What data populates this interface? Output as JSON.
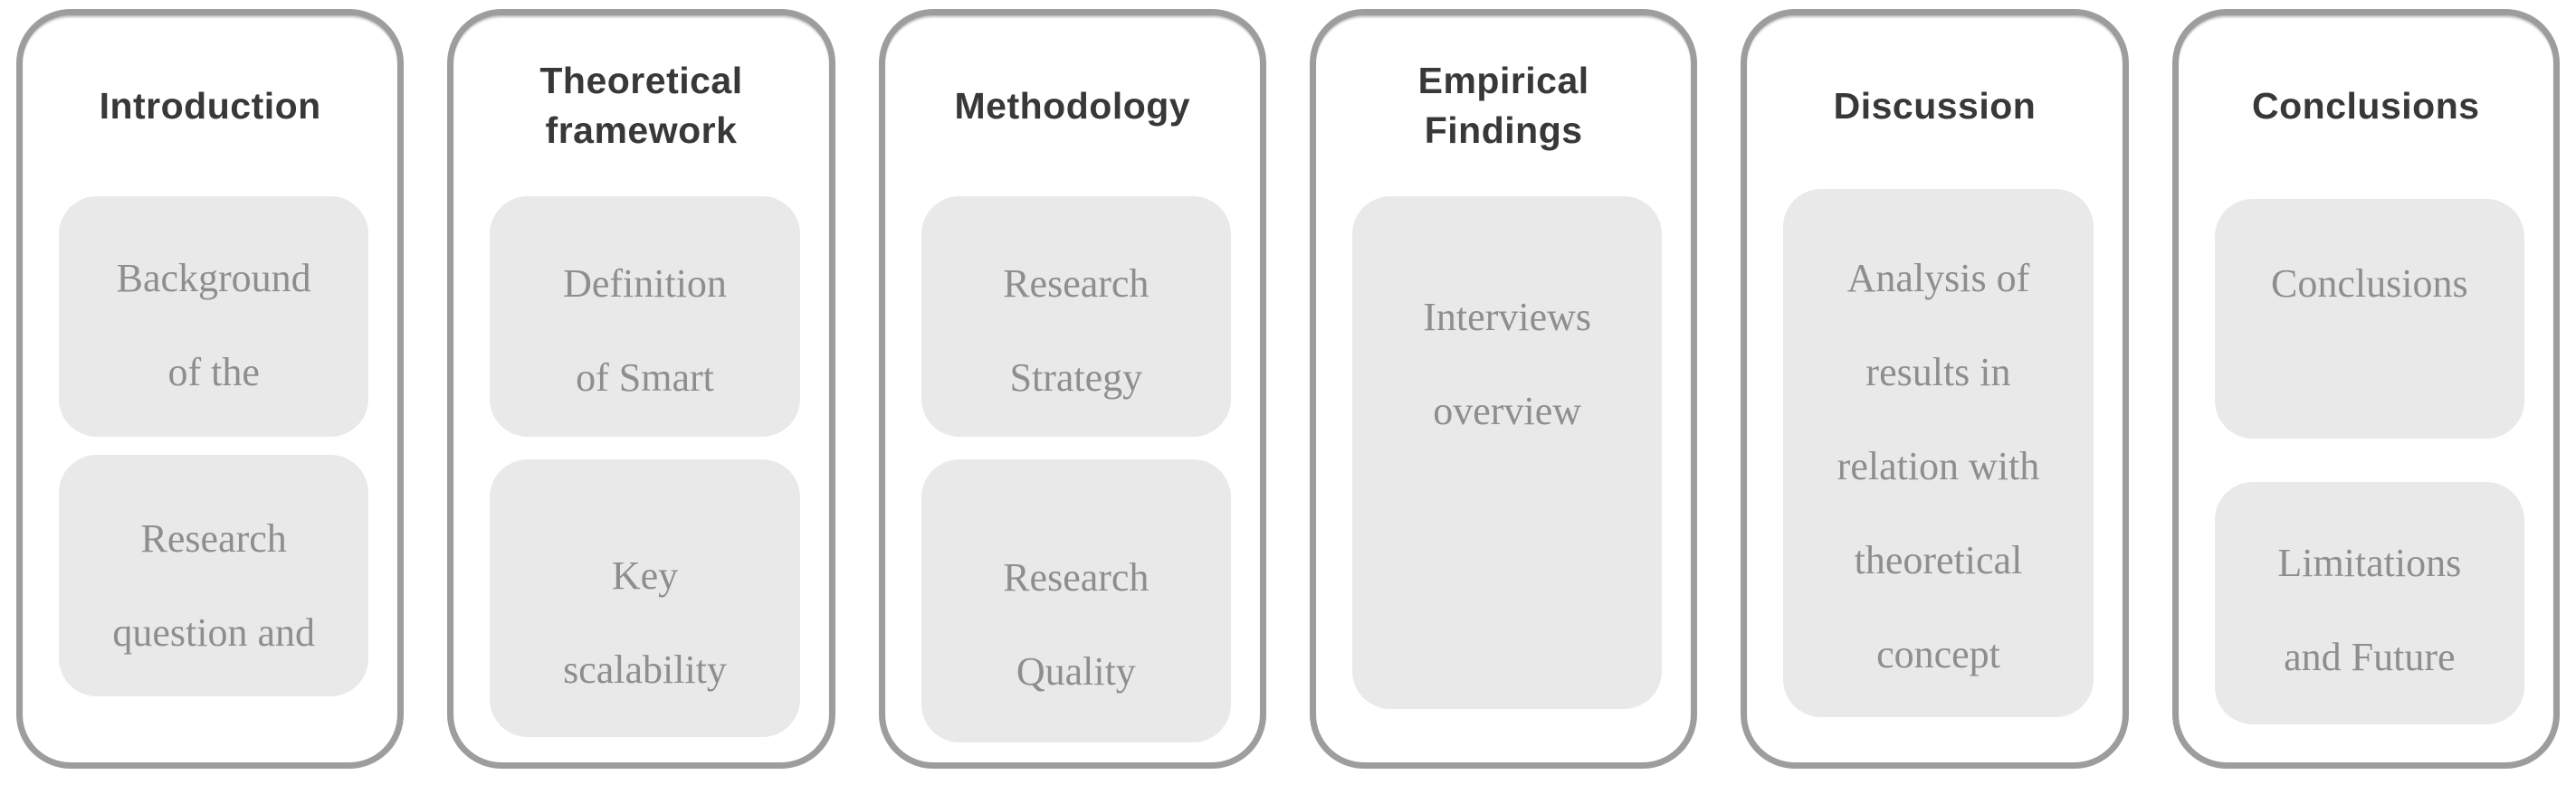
{
  "diagram": {
    "name": "Thesis structure overview",
    "colors": {
      "background": "#ffffff",
      "container_border": "#9d9d9d",
      "container_fill": "#ffffff",
      "box_fill": "#e9e9e9",
      "title_text": "#383838",
      "body_text": "#8e8e8e"
    },
    "columns": [
      {
        "title": "Introduction",
        "title_lines": [
          "Introduction"
        ],
        "boxes": [
          {
            "lines": [
              "Background",
              "of the"
            ]
          },
          {
            "lines": [
              "Research",
              "question and"
            ]
          }
        ]
      },
      {
        "title": "Theoretical framework",
        "title_lines": [
          "Theoretical",
          "framework"
        ],
        "boxes": [
          {
            "lines": [
              "Definition",
              "of Smart"
            ]
          },
          {
            "lines": [
              "Key",
              "scalability"
            ]
          }
        ]
      },
      {
        "title": "Methodology",
        "title_lines": [
          "Methodology"
        ],
        "boxes": [
          {
            "lines": [
              "Research",
              "Strategy"
            ]
          },
          {
            "lines": [
              "Research",
              "Quality"
            ]
          }
        ]
      },
      {
        "title": "Empirical Findings",
        "title_lines": [
          "Empirical",
          "Findings"
        ],
        "boxes": [
          {
            "lines": [
              "Interviews",
              "overview"
            ]
          }
        ]
      },
      {
        "title": "Discussion",
        "title_lines": [
          "Discussion"
        ],
        "boxes": [
          {
            "lines": [
              "Analysis of",
              "results in",
              "relation with",
              "theoretical",
              "concept"
            ]
          }
        ]
      },
      {
        "title": "Conclusions",
        "title_lines": [
          "Conclusions"
        ],
        "boxes": [
          {
            "lines": [
              "Conclusions"
            ]
          },
          {
            "lines": [
              "Limitations",
              "and Future"
            ]
          }
        ]
      }
    ]
  }
}
